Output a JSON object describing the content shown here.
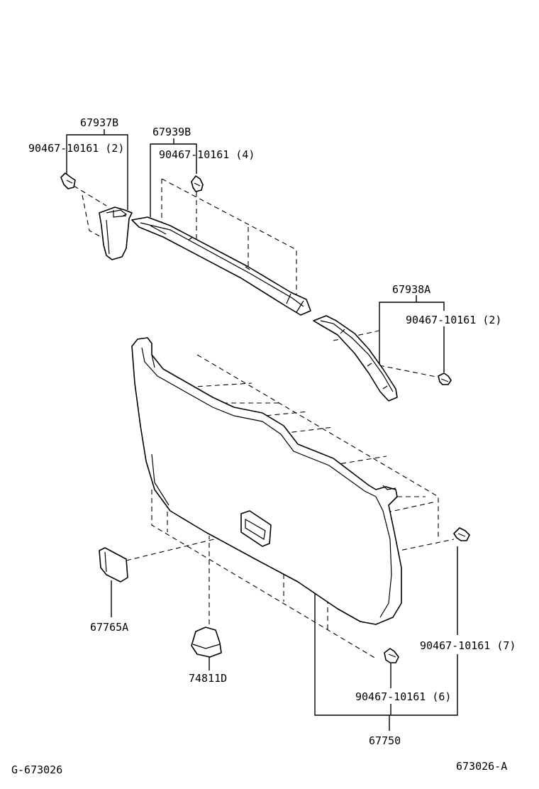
{
  "diagram": {
    "corner_left": "G-673026",
    "corner_right": "673026-A",
    "labels": {
      "p67937B": "67937B",
      "c90467_2a": "90467-10161 (2)",
      "p67939B": "67939B",
      "c90467_4": "90467-10161 (4)",
      "p67938A": "67938A",
      "c90467_2b": "90467-10161 (2)",
      "p67765A": "67765A",
      "p74811D": "74811D",
      "c90467_7": "90467-10161 (7)",
      "c90467_6": "90467-10161 (6)",
      "p67750": "67750"
    }
  }
}
